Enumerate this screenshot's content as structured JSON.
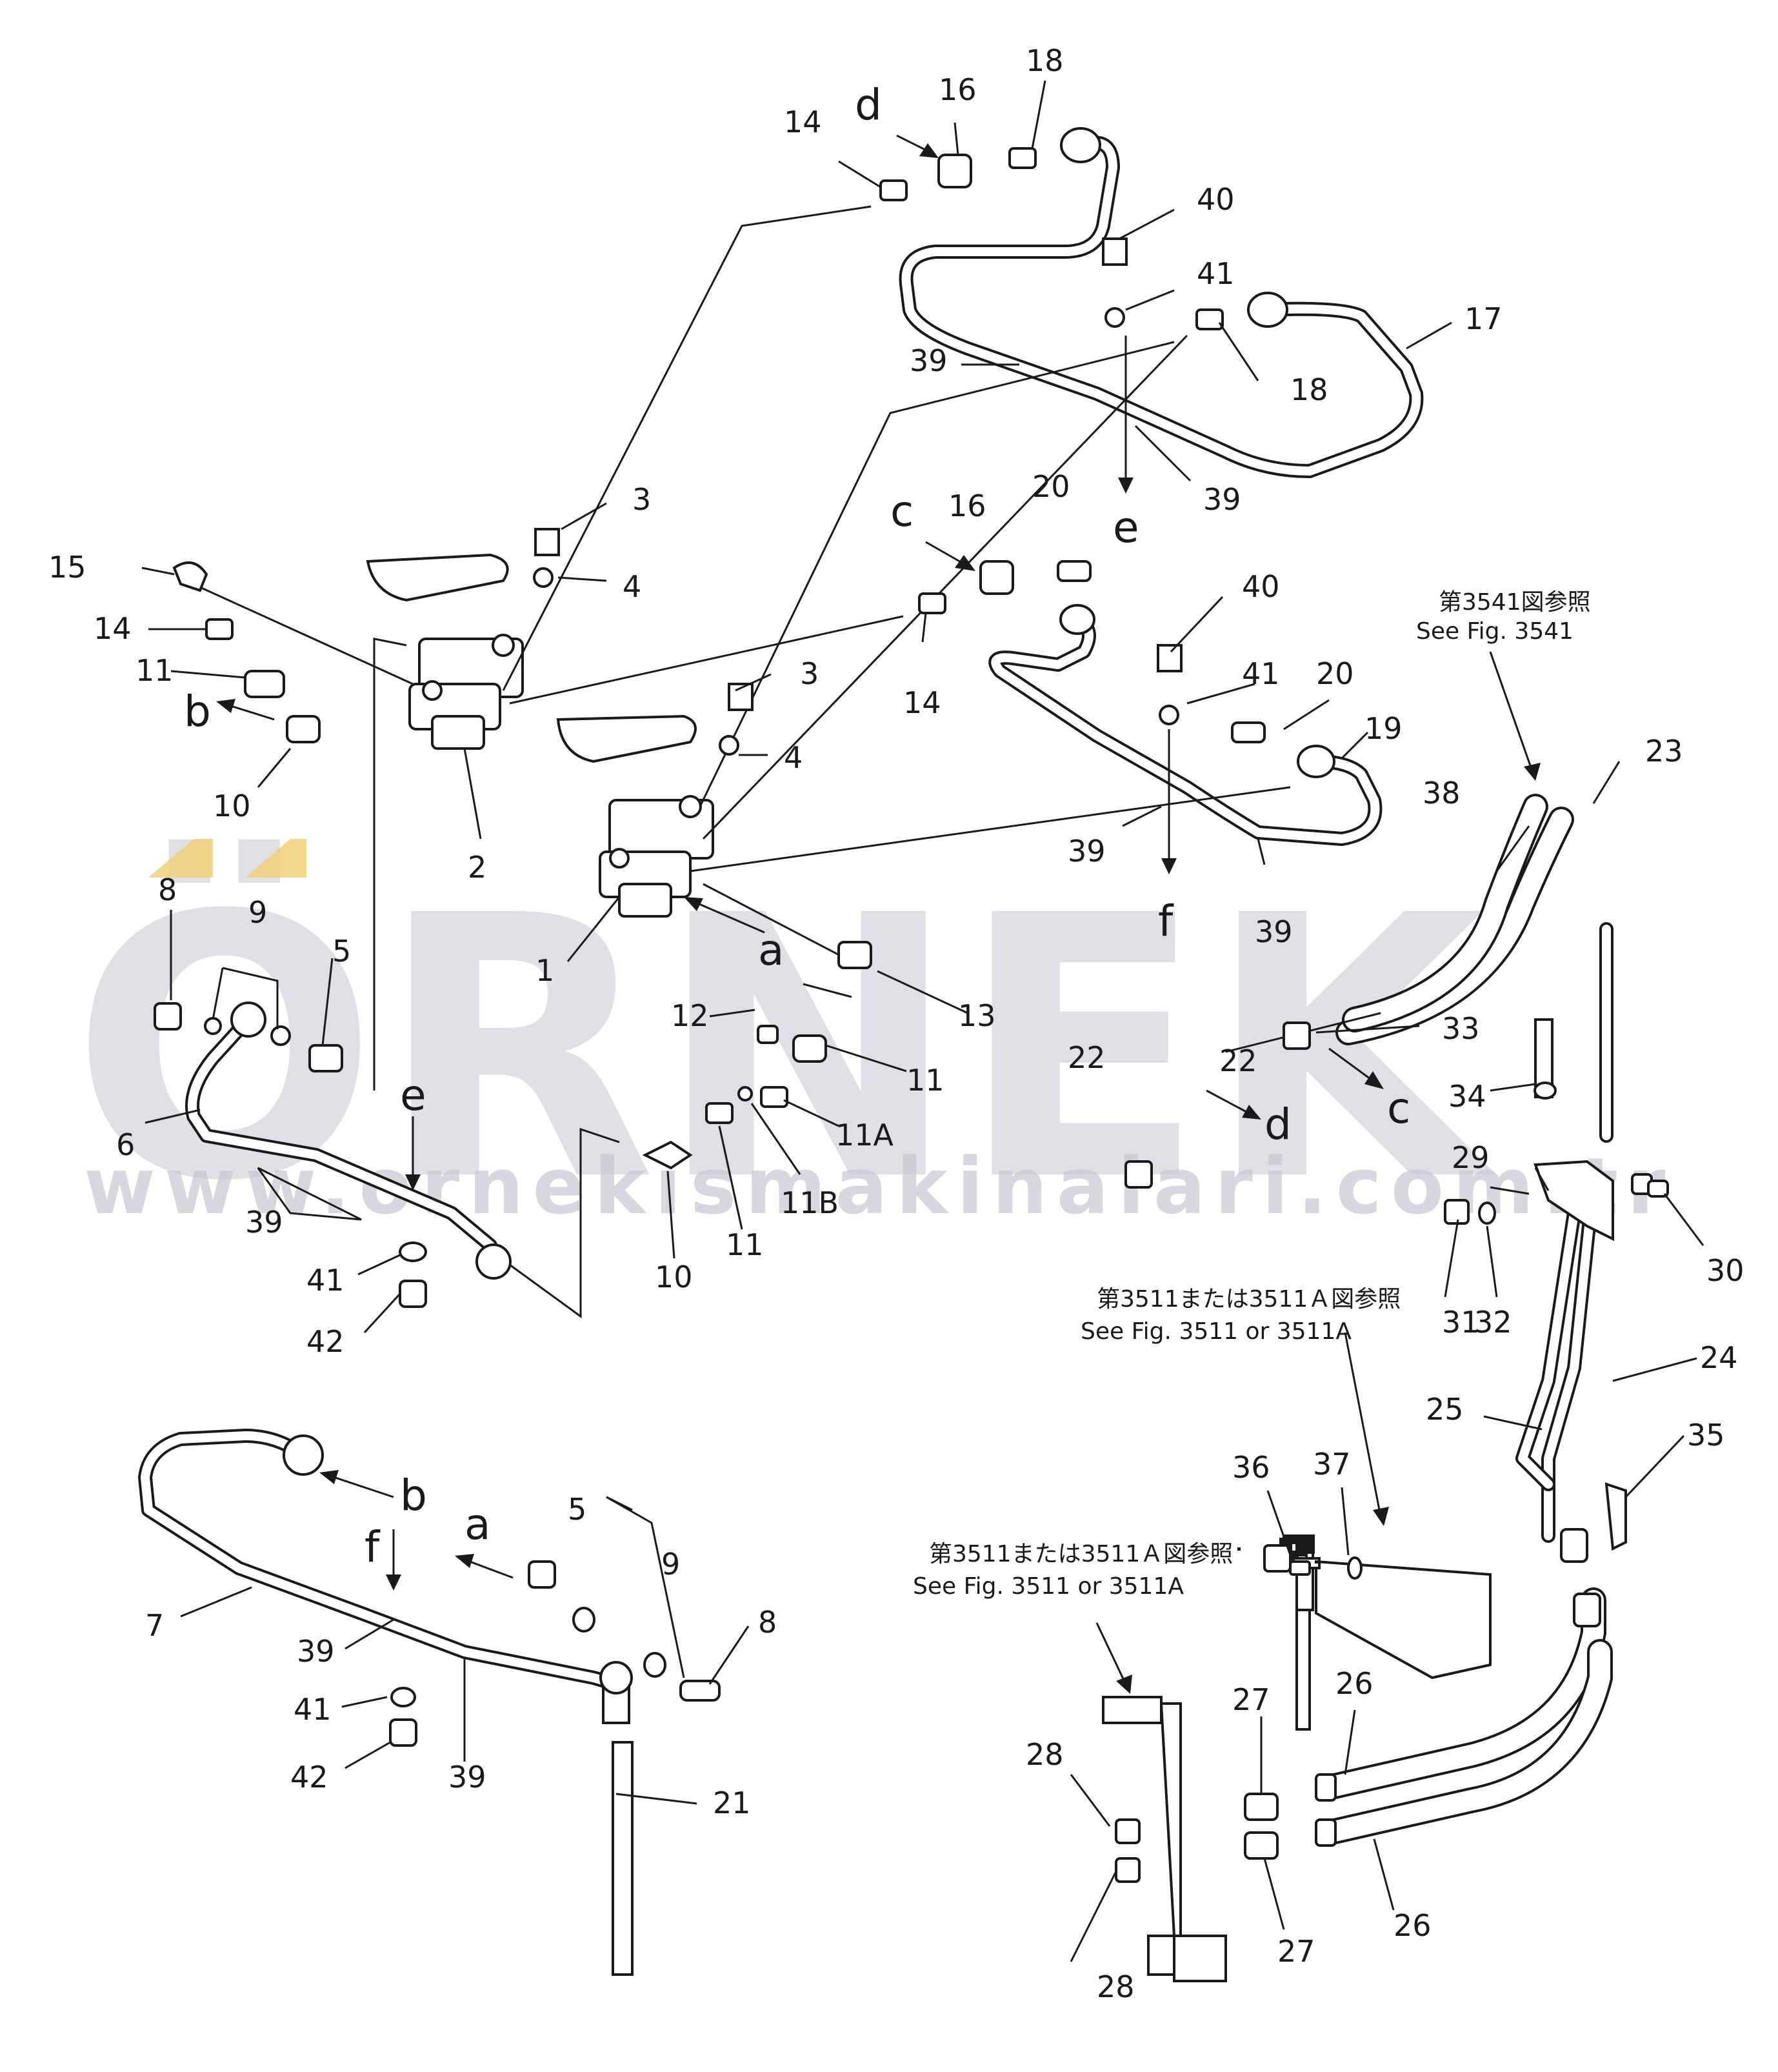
{
  "watermark": {
    "brand": "ÖRNEK",
    "url": "www.ornekismakinalari.com.tr",
    "color": "#c9c6d2",
    "accent": "#f0d070"
  },
  "references": {
    "fig3541_jp": "第3541図参照",
    "fig3541_en": "See Fig. 3541",
    "fig3511_jp": "第3511または3511Ａ図参照",
    "fig3511_en": "See Fig. 3511 or 3511A"
  },
  "parts": {
    "p1": "1",
    "p2": "2",
    "p3": "3",
    "p4": "4",
    "p5": "5",
    "p6": "6",
    "p7": "7",
    "p8": "8",
    "p9": "9",
    "p10": "10",
    "p11": "11",
    "p11A": "11A",
    "p11B": "11B",
    "p12": "12",
    "p13": "13",
    "p14": "14",
    "p15": "15",
    "p16": "16",
    "p17": "17",
    "p18": "18",
    "p19": "19",
    "p20": "20",
    "p21": "21",
    "p22": "22",
    "p23": "23",
    "p24": "24",
    "p25": "25",
    "p26": "26",
    "p27": "27",
    "p28": "28",
    "p29": "29",
    "p30": "30",
    "p31": "31",
    "p32": "32",
    "p33": "33",
    "p34": "34",
    "p35": "35",
    "p36": "36",
    "p37": "37",
    "p38": "38",
    "p39": "39",
    "p40": "40",
    "p41": "41",
    "p42": "42"
  },
  "connectors": {
    "a": "a",
    "b": "b",
    "c": "c",
    "d": "d",
    "e": "e",
    "f": "f"
  }
}
